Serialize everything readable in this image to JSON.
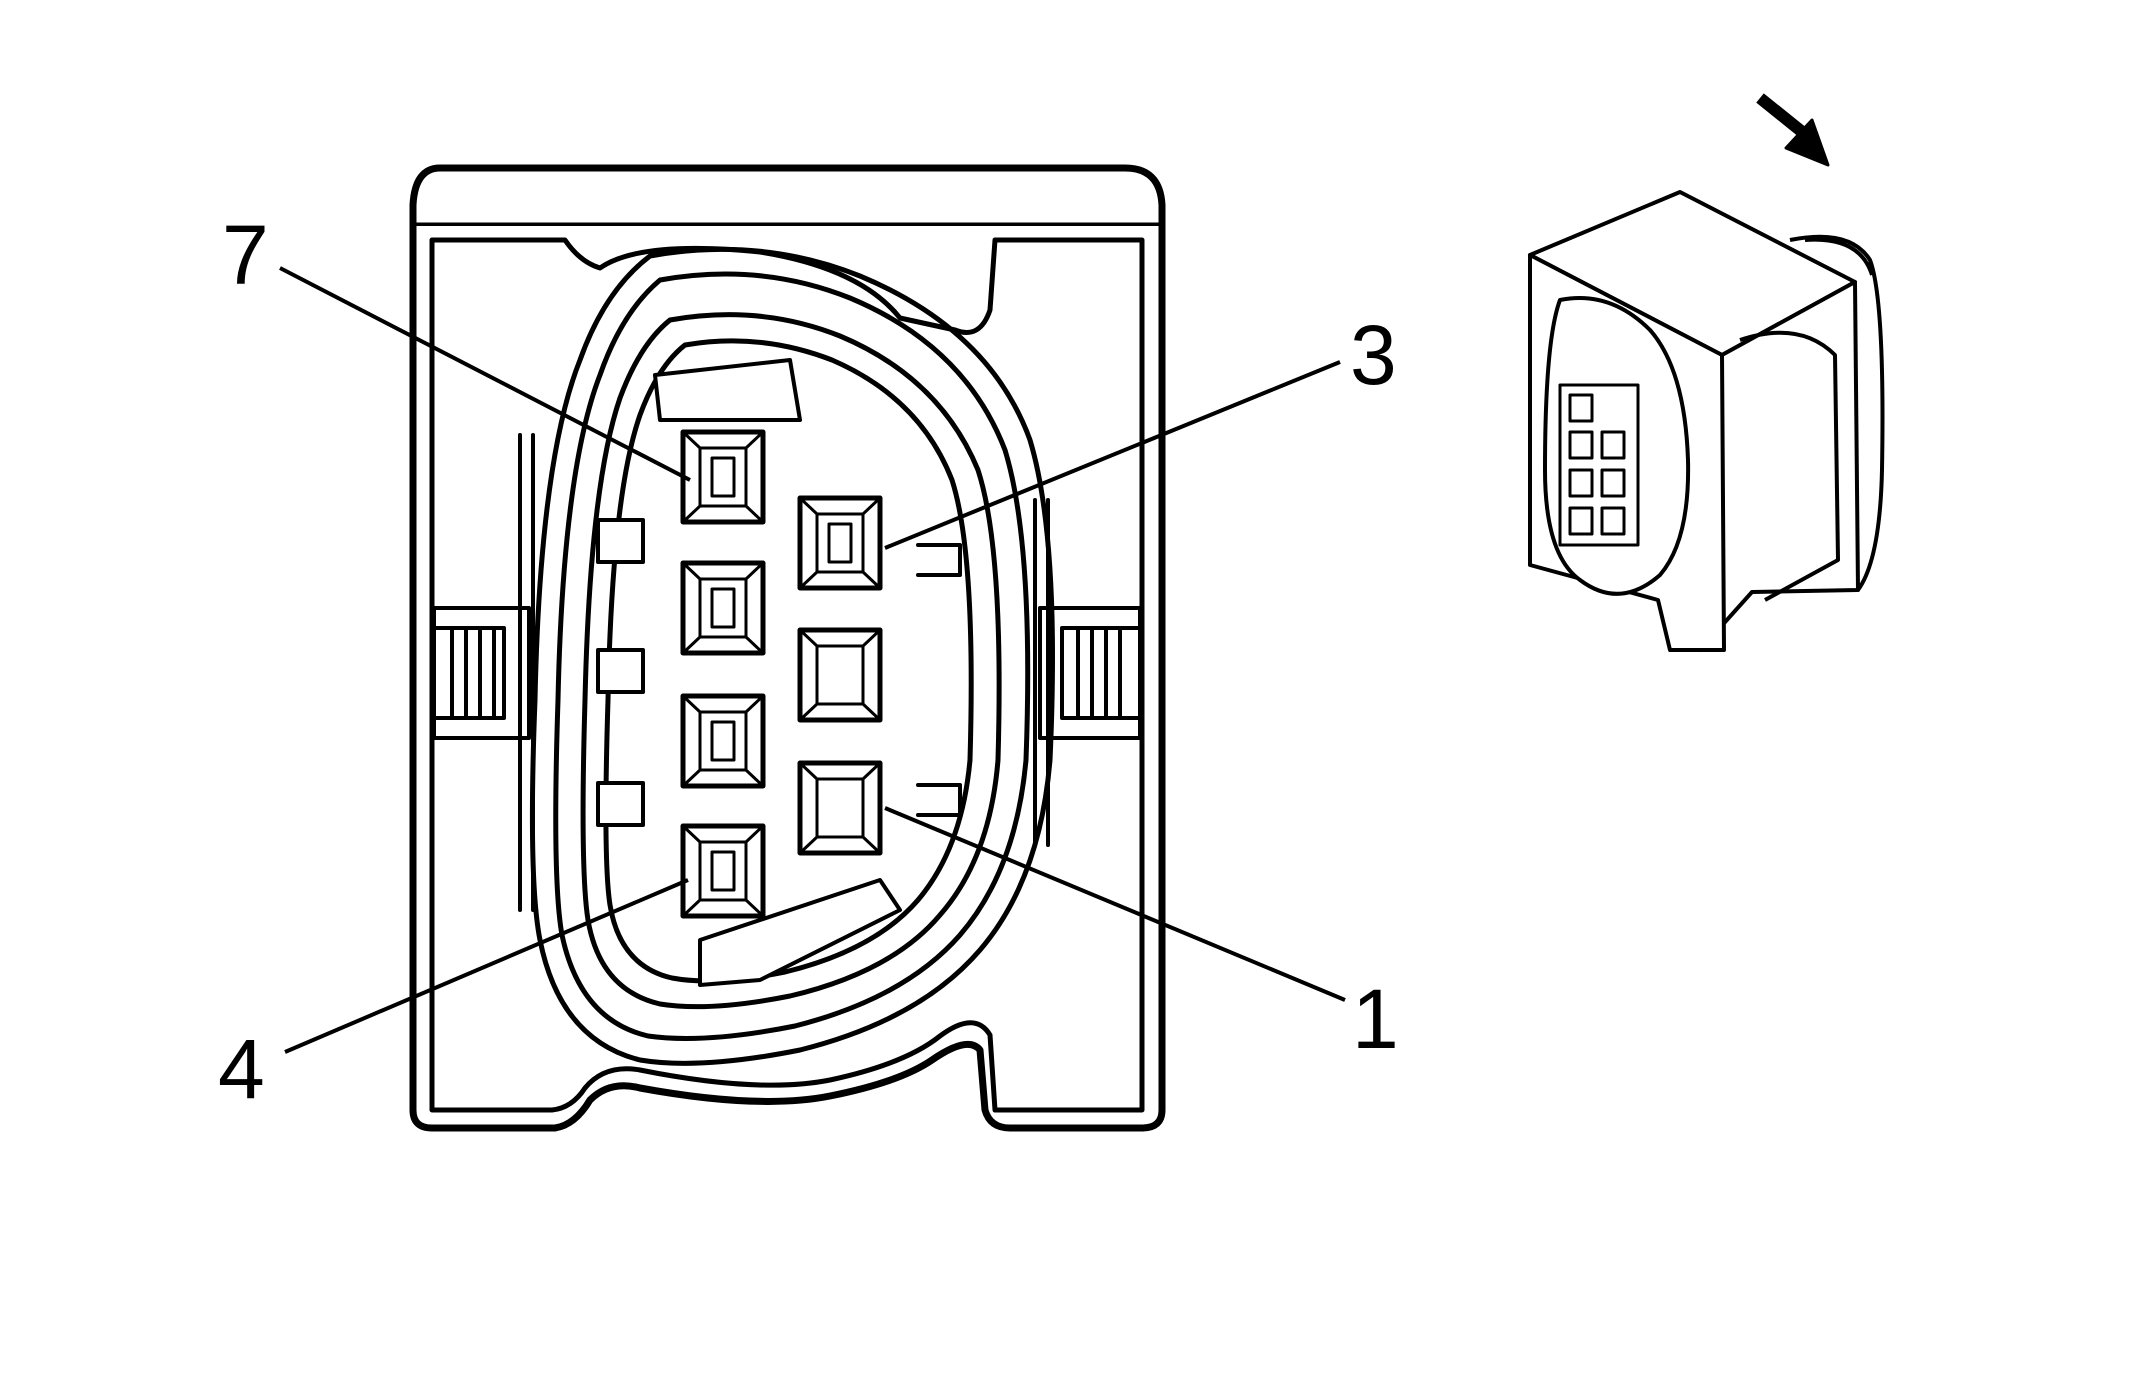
{
  "colors": {
    "line": "#000000",
    "background": "#ffffff"
  },
  "connector": {
    "pin_labels": {
      "pin_7": "7",
      "pin_3": "3",
      "pin_1": "1",
      "pin_4": "4"
    }
  },
  "inset": {
    "view_arrow_icon": "arrow-down-right-icon"
  }
}
